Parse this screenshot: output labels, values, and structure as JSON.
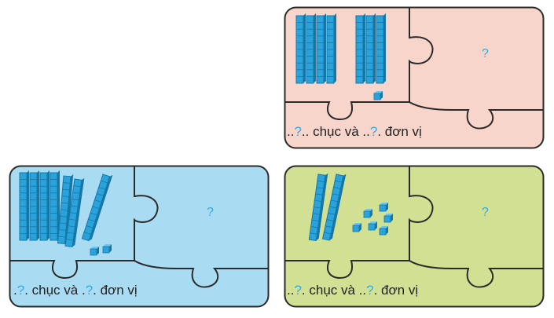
{
  "puzzles": [
    {
      "id": "pink",
      "background": "#f8d5cb",
      "tens": 7,
      "ones": 1,
      "caption": {
        "lead": "..",
        "q1": "?",
        "mid": ".. chục và ..",
        "q2": "?",
        "tail": ". đơn vị"
      },
      "answer": "?"
    },
    {
      "id": "blue",
      "background": "#a9dcf3",
      "tens": 7,
      "ones": 2,
      "caption": {
        "lead": ".",
        "q1": "?",
        "mid": ". chục và .",
        "q2": "?",
        "tail": ". đơn vị"
      },
      "answer": "?"
    },
    {
      "id": "green",
      "background": "#d2e094",
      "tens": 2,
      "ones": 6,
      "caption": {
        "lead": "..",
        "q1": "?",
        "mid": ". chục và ..",
        "q2": "?",
        "tail": ". đơn vị"
      },
      "answer": "?"
    }
  ],
  "colors": {
    "block_fill": "#2aa3dc",
    "block_dark": "#1677a6",
    "outline": "#2a2a2a",
    "question": "#39a7e0"
  }
}
